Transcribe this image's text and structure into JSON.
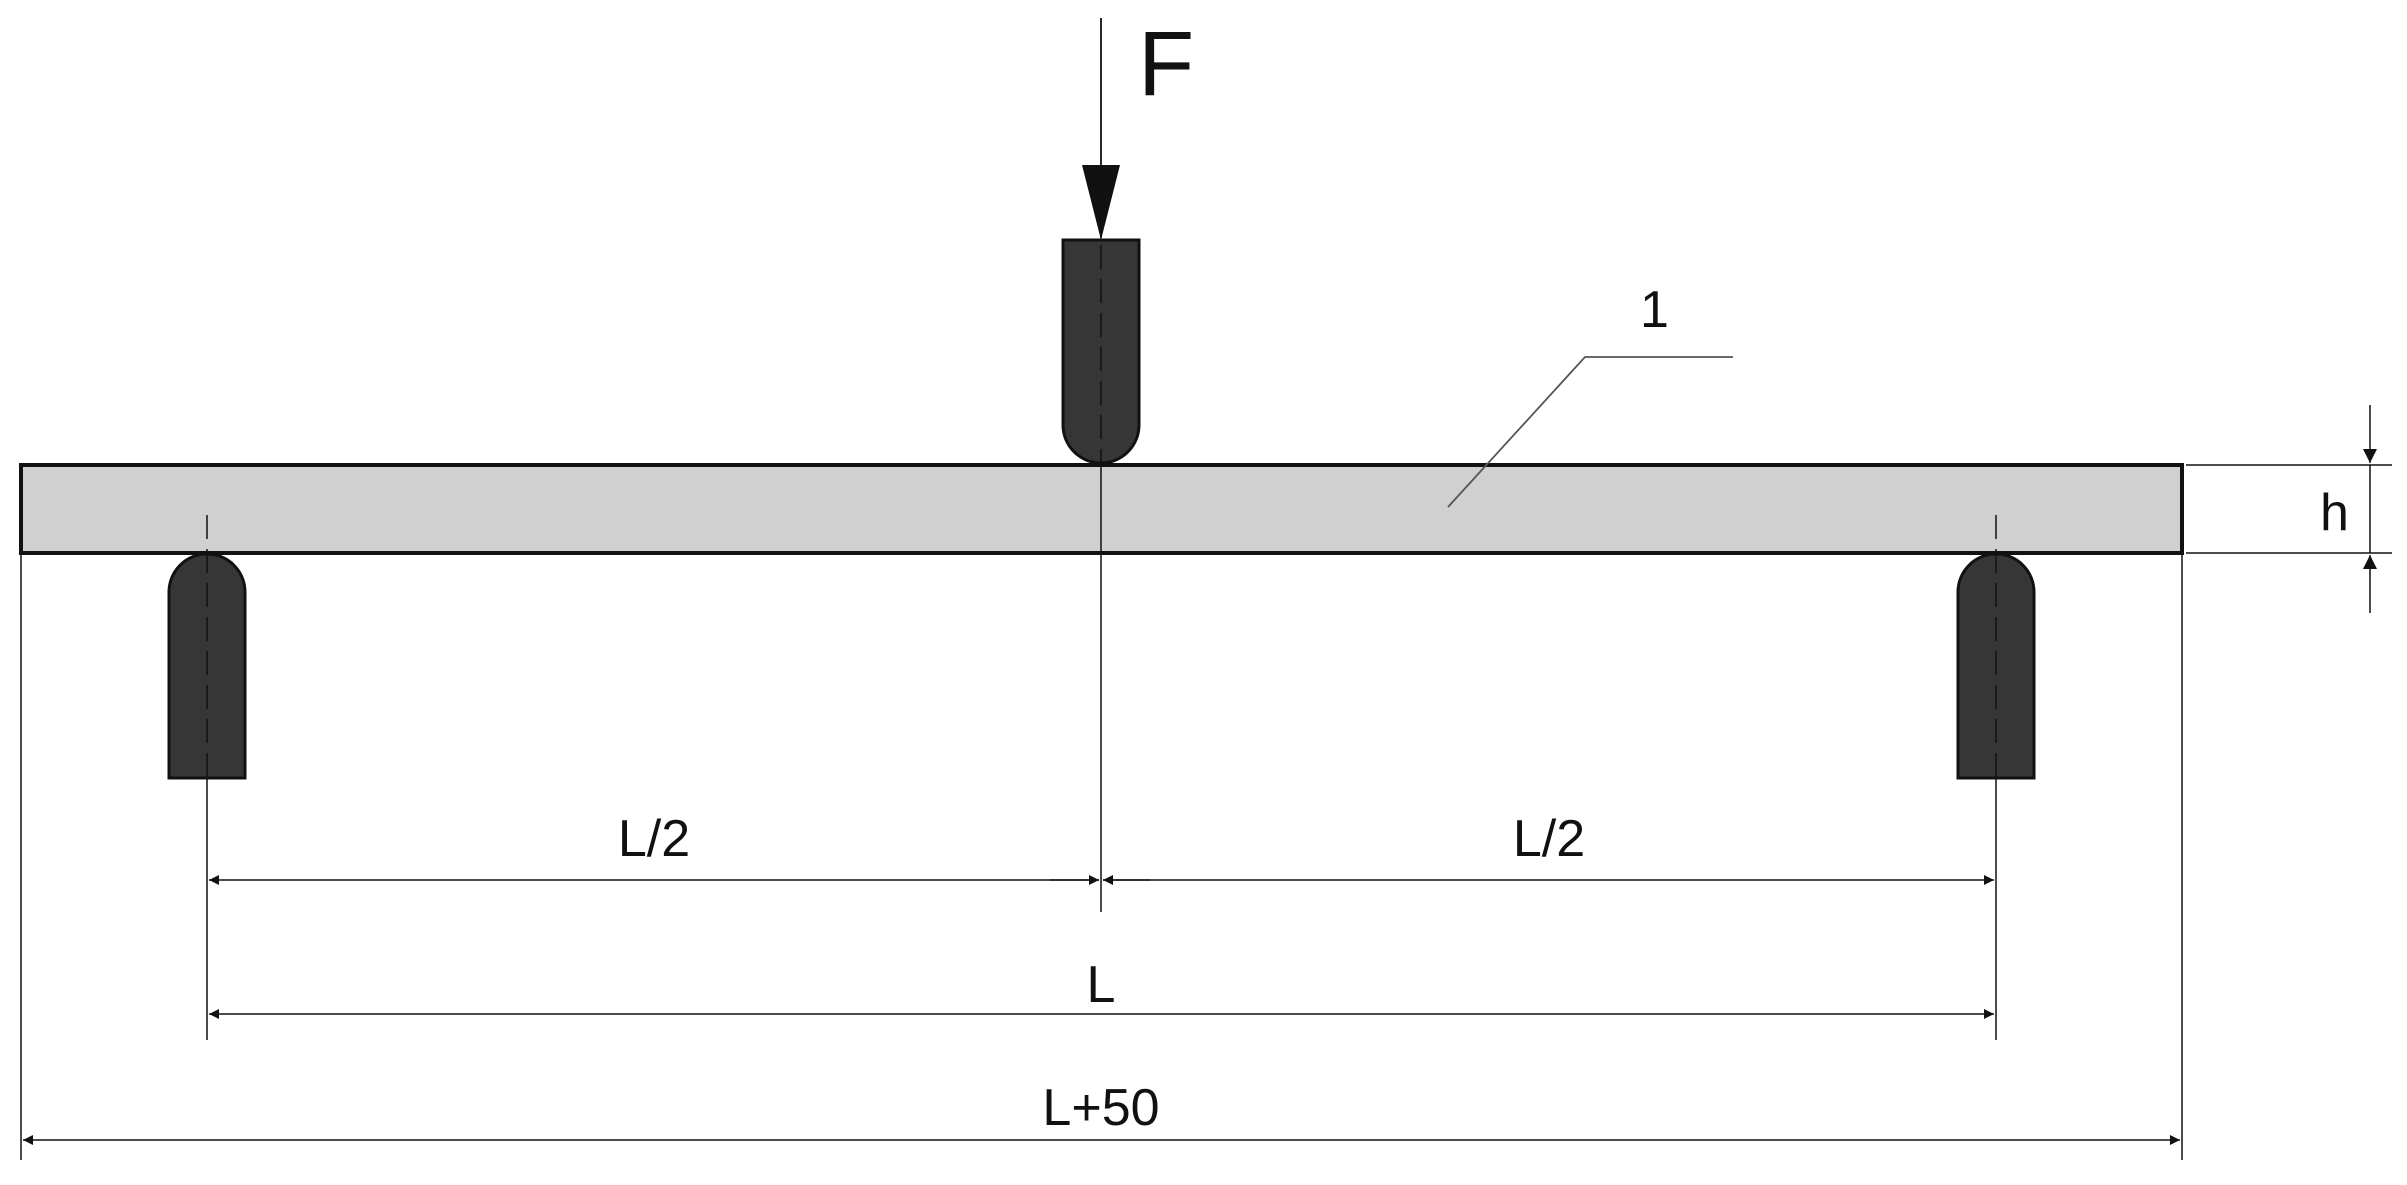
{
  "labels": {
    "force": "F",
    "callout": "1",
    "thickness": "h",
    "half_span_left": "L/2",
    "half_span_right": "L/2",
    "span": "L",
    "total_length": "L+50"
  },
  "colors": {
    "specimen_fill": "#d0d0d0",
    "roller_fill": "#363636",
    "line": "#111111",
    "thin_line": "#555555"
  }
}
